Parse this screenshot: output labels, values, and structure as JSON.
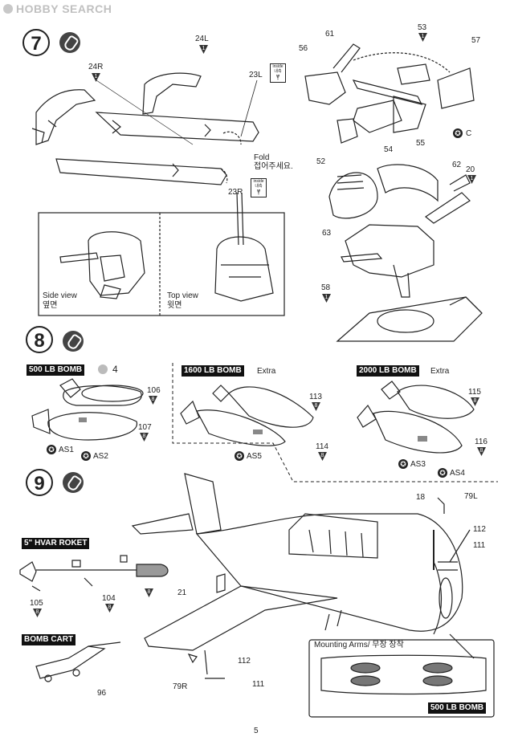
{
  "header": {
    "logo_text": "HOBBY SEARCH"
  },
  "page_number": "5",
  "step7": {
    "number": "7",
    "labels": {
      "p24R": "24R",
      "p24L": "24L",
      "p23L": "23L",
      "p23R": "23R",
      "fold_en": "Fold",
      "fold_kr": "접어주세요.",
      "inside_en": "inside",
      "inside_kr": "내측",
      "p61": "61",
      "p53": "53",
      "p56": "56",
      "p57": "57",
      "p52": "52",
      "p54": "54",
      "p55": "55",
      "color_c": "C",
      "p62": "62",
      "p20": "20",
      "p63": "63",
      "p58": "58",
      "tri_23L": "1",
      "tri_24R": "1",
      "tri_24L": "1",
      "tri_20": "1",
      "tri_58": "1"
    },
    "side_view_en": "Side view",
    "side_view_kr": "옆면",
    "top_view_en": "Top view",
    "top_view_kr": "윗면"
  },
  "step8": {
    "number": "8",
    "bomb500": {
      "title": "500 LB BOMB",
      "qty": "4",
      "p106": "106",
      "p107": "107",
      "as1": "AS1",
      "as2": "AS2",
      "tri106": "8",
      "tri107": "8"
    },
    "bomb1600": {
      "title": "1600 LB BOMB",
      "extra": "Extra",
      "p113": "113",
      "p114": "114",
      "as5": "AS5",
      "tri113": "8",
      "tri114": "8"
    },
    "bomb2000": {
      "title": "2000 LB BOMB",
      "extra": "Extra",
      "p115": "115",
      "p116": "116",
      "as3": "AS3",
      "as4": "AS4",
      "tri115": "8",
      "tri116": "8"
    }
  },
  "step9": {
    "number": "9",
    "rocket_title": "5\" HVAR ROKET",
    "bomb_cart_title": "BOMB CART",
    "labels": {
      "p105": "105",
      "p104": "104",
      "p21": "21",
      "p96": "96",
      "p18": "18",
      "p79L": "79L",
      "p112a": "112",
      "p111a": "111",
      "p112b": "112",
      "p111b": "111",
      "p79R": "79R",
      "tri105": "8",
      "tri104": "8",
      "tri_rocket": "8"
    },
    "mounting_title": "Mounting Arms/ 무장 장착",
    "mounting_footer": "500 LB BOMB"
  }
}
